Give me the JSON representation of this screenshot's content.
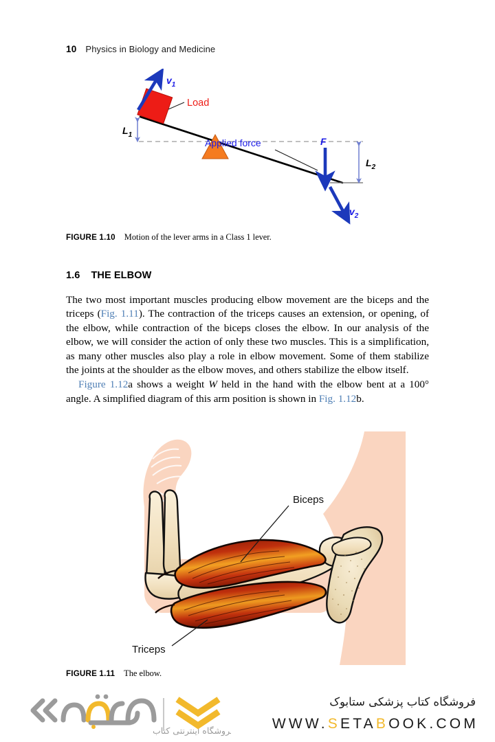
{
  "page": {
    "number": "10",
    "running_title": "Physics in Biology and Medicine"
  },
  "figure_lever": {
    "caption_label": "FIGURE 1.10",
    "caption_text": "Motion of the lever arms in a Class 1 lever.",
    "labels": {
      "v1": "v",
      "v1_sub": "1",
      "v2": "v",
      "v2_sub": "2",
      "load": "Load",
      "applied_force": "Applied force",
      "force": "F",
      "L1": "L",
      "L1_sub": "1",
      "L2": "L",
      "L2_sub": "2"
    },
    "colors": {
      "load_block": "#ED1C16",
      "fulcrum": "#F57B20",
      "arrow_blue": "#1C39BB",
      "label_blue": "#1A1AE6",
      "label_red": "#ED1C16",
      "beam": "#000000",
      "dashed_guide": "#9a9a9a"
    }
  },
  "section": {
    "number": "1.6",
    "title": "THE ELBOW"
  },
  "body": {
    "p1_a": "The two most important muscles producing elbow movement are the biceps and the triceps (",
    "p1_link": "Fig. 1.11",
    "p1_b": "). The contraction of the triceps causes an extension, or opening, of the elbow, while contraction of the biceps closes the elbow. In our analysis of the elbow, we will consider the action of only these two muscles. This is a simplification, as many other muscles also play a role in elbow movement. Some of them stabilize the joints at the shoulder as the elbow moves, and others stabilize the elbow itself.",
    "p2_link1": "Figure 1.12",
    "p2_a": "a shows a weight ",
    "p2_italic": "W",
    "p2_b": " held in the hand with the elbow bent at a 100° angle. A simplified diagram of this arm position is shown in ",
    "p2_link2": "Fig. 1.12",
    "p2_c": "b."
  },
  "figure_elbow": {
    "caption_label": "FIGURE 1.11",
    "caption_text": "The elbow.",
    "labels": {
      "biceps": "Biceps",
      "triceps": "Triceps"
    },
    "colors": {
      "skin": "#FAD5C0",
      "skin_edge": "#F6C6AD",
      "bone": "#F2E3C6",
      "bone_shade": "#DCC39A",
      "muscle_dark": "#8E1C09",
      "muscle_mid": "#D63A10",
      "muscle_light": "#F6A623",
      "outline": "#111111",
      "leader": "#1a1a1a"
    }
  },
  "footer": {
    "brand_fa": "ستابوک",
    "logo_sub_fa": "فروشگاه اینترنتی کتاب",
    "shop_fa": "فروشگاه کتاب پزشکی ستابوک",
    "url_parts": {
      "p1": "WWW.",
      "s": "S",
      "p2": "ETA",
      "b": "B",
      "p3": "OOK.COM"
    },
    "colors": {
      "gold": "#F2B92C",
      "gray": "#9b9b9b",
      "text": "#1a1a1a"
    }
  }
}
